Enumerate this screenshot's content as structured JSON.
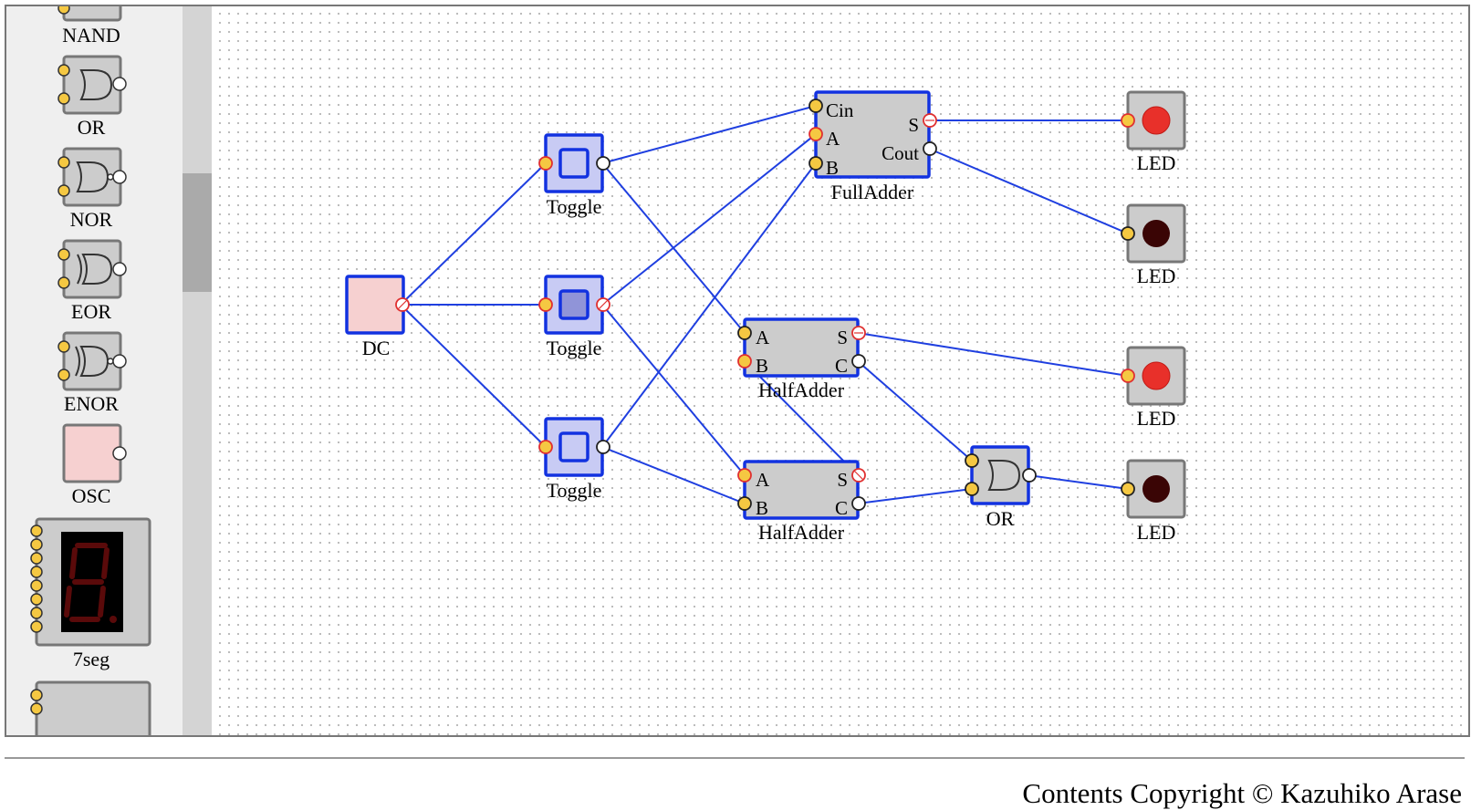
{
  "palette": {
    "items": [
      {
        "label": "NAND"
      },
      {
        "label": "OR"
      },
      {
        "label": "NOR"
      },
      {
        "label": "EOR"
      },
      {
        "label": "ENOR"
      },
      {
        "label": "OSC"
      },
      {
        "label": "7seg"
      }
    ]
  },
  "circuit": {
    "dc": {
      "label": "DC"
    },
    "toggles": [
      {
        "label": "Toggle",
        "state": "off"
      },
      {
        "label": "Toggle",
        "state": "on"
      },
      {
        "label": "Toggle",
        "state": "off"
      }
    ],
    "full_adder": {
      "label": "FullAdder",
      "pins": {
        "cin": "Cin",
        "a": "A",
        "b": "B",
        "s": "S",
        "cout": "Cout"
      }
    },
    "half_adders": [
      {
        "label": "HalfAdder",
        "pins": {
          "a": "A",
          "b": "B",
          "s": "S",
          "c": "C"
        }
      },
      {
        "label": "HalfAdder",
        "pins": {
          "a": "A",
          "b": "B",
          "s": "S",
          "c": "C"
        }
      }
    ],
    "or_gate": {
      "label": "OR"
    },
    "leds": [
      {
        "label": "LED",
        "state": "on"
      },
      {
        "label": "LED",
        "state": "off"
      },
      {
        "label": "LED",
        "state": "on"
      },
      {
        "label": "LED",
        "state": "off"
      }
    ]
  },
  "colors": {
    "wire": "#1f3fe0",
    "selected_border": "#1232e0",
    "pin_high": "#f5c842",
    "led_on": "#e8302a",
    "led_off": "#3a0505",
    "dc_fill": "#f6d0d0",
    "toggle_fill": "#c8cbf4"
  },
  "footer": {
    "copyright": "Contents Copyright © Kazuhiko Arase"
  }
}
